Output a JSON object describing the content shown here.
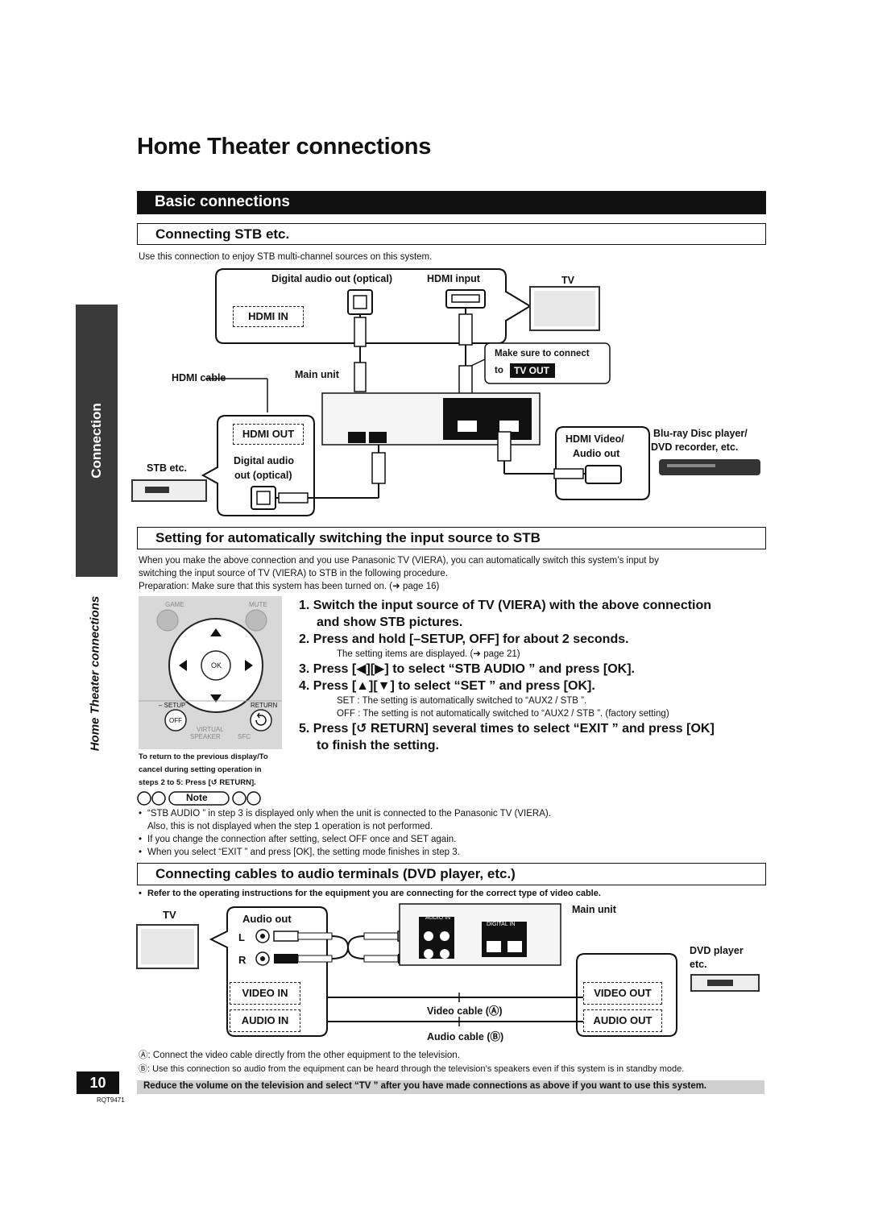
{
  "page": {
    "title": "Home Theater connections",
    "section_title": "Basic connections",
    "side_tab": "Connection",
    "side_label": "Home Theater connections",
    "page_number": "10",
    "model_code": "RQT9471"
  },
  "stb": {
    "heading": "Connecting STB etc.",
    "intro": "Use this connection to enjoy STB multi-channel sources on this system.",
    "labels": {
      "digital_audio_out": "Digital audio out (optical)",
      "hdmi_input": "HDMI input",
      "tv": "TV",
      "hdmi_in": "HDMI IN",
      "make_sure": "Make sure to connect",
      "to": "to",
      "tv_out": "TV OUT",
      "hdmi_cable": "HDMI cable",
      "main_unit": "Main unit",
      "hdmi_out": "HDMI OUT",
      "digital_audio": "Digital audio",
      "out_optical": "out (optical)",
      "stb_etc": "STB etc.",
      "hdmi_video": "HDMI Video/",
      "audio_out": "Audio out",
      "bluray": "Blu-ray Disc player/",
      "dvd_recorder": "DVD recorder, etc."
    }
  },
  "auto_switch": {
    "heading": "Setting for automatically switching the input source to STB",
    "intro1": "When you make the above connection and you use Panasonic TV (VIERA), you can automatically switch this system’s input by",
    "intro2": "switching the input source of TV (VIERA) to STB in the following procedure.",
    "prep": "Preparation: Make sure that this system has been turned on. (➜ page 16)",
    "steps": [
      {
        "num": "1.",
        "text": "Switch the input source of TV (VIERA) with the above connection",
        "text2": "and show STB pictures."
      },
      {
        "num": "2.",
        "text": "Press and hold [–SETUP, OFF] for about 2 seconds.",
        "note": "The setting items are displayed. (➜ page 21)"
      },
      {
        "num": "3.",
        "text": "Press [◀][▶] to select “STB AUDIO ” and press [OK]."
      },
      {
        "num": "4.",
        "text": "Press [▲][▼] to select “SET ” and press [OK].",
        "note1": "SET : The setting is automatically switched to “AUX2 / STB ”.",
        "note2": "OFF : The setting is not automatically switched to “AUX2 / STB ”. (factory setting)"
      },
      {
        "num": "5.",
        "text": "Press [↺ RETURN] several times to select “EXIT ” and press [OK]",
        "text2": "to finish the setting."
      }
    ],
    "remote_caption": [
      "To return to the previous display/To",
      "cancel during setting operation in",
      "steps 2 to 5: Press [↺ RETURN]."
    ],
    "remote": {
      "game": "GAME",
      "mute": "MUTE",
      "ok": "OK",
      "setup": "– SETUP",
      "return": "RETURN",
      "off": "OFF",
      "virtual": "VIRTUAL",
      "speaker": "SPEAKER",
      "sfc": "SFC"
    },
    "note_label": "Note",
    "notes": [
      "“STB AUDIO ” in step 3 is displayed only when the unit is connected to the Panasonic TV (VIERA).",
      "Also, this is not displayed when the step 1 operation is not performed.",
      "If you change the connection after setting, select OFF once and SET again.",
      "When you select “EXIT ” and press [OK], the setting mode finishes in step 3."
    ]
  },
  "audio_cables": {
    "heading": "Connecting cables to audio terminals (DVD player, etc.)",
    "note": "Refer to the operating instructions for the equipment you are connecting for the correct type of video cable.",
    "labels": {
      "tv": "TV",
      "audio_out": "Audio out",
      "l": "L",
      "r": "R",
      "main_unit": "Main unit",
      "dvd_player": "DVD player",
      "etc": "etc.",
      "video_in": "VIDEO IN",
      "audio_in": "AUDIO IN",
      "video_out": "VIDEO OUT",
      "audio_out_box": "AUDIO OUT",
      "video_cable": "Video cable (Ⓐ)",
      "audio_cable": "Audio cable (Ⓑ)",
      "panel_audio_in": "AUDIO IN",
      "panel_digital_in": "DIGITAL IN"
    },
    "footnotes": [
      "Ⓐ: Connect the video cable directly from the other equipment to the television.",
      "Ⓑ: Use this connection so audio from the equipment can be heard through the television’s speakers even if this system is in standby mode."
    ]
  },
  "bottom_note": "Reduce the volume on the television and select “TV ” after you have made connections as above if you want to use this system."
}
